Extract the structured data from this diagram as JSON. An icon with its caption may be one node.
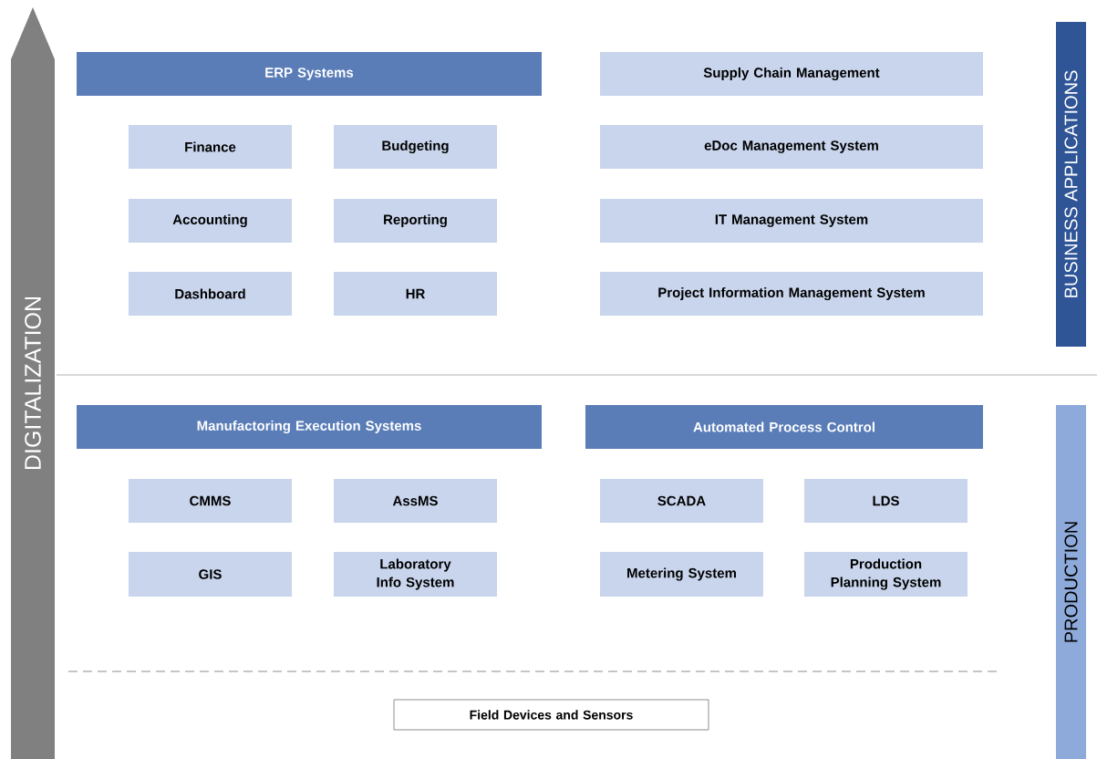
{
  "diagram": {
    "nodes": [
      {
        "text": [
          "DIGITALIZATION"
        ]
      },
      {
        "text": [
          "ERP Systems"
        ]
      },
      {
        "text": [
          "Supply Chain Management"
        ]
      },
      {
        "text": [
          "BUSINESS APPLICATIONS"
        ]
      },
      {
        "text": [
          "Finance"
        ]
      },
      {
        "text": [
          "Budgeting"
        ]
      },
      {
        "text": [
          "eDoc Management System"
        ]
      },
      {
        "text": [
          "Accounting"
        ]
      },
      {
        "text": [
          "Reporting"
        ]
      },
      {
        "text": [
          "IT Management System"
        ]
      },
      {
        "text": [
          "Dashboard"
        ]
      },
      {
        "text": [
          "HR"
        ]
      },
      {
        "text": [
          "Project Information Management System"
        ]
      },
      {
        "text": [
          "Manufactoring Execution Systems"
        ]
      },
      {
        "text": [
          "Automated Process Control"
        ]
      },
      {
        "text": [
          "PRODUCTION"
        ]
      },
      {
        "text": [
          "CMMS"
        ]
      },
      {
        "text": [
          "AssMS"
        ]
      },
      {
        "text": [
          "SCADA"
        ]
      },
      {
        "text": [
          "LDS"
        ]
      },
      {
        "text": [
          "GIS"
        ]
      },
      {
        "text": [
          "Laboratory Info System"
        ]
      },
      {
        "text": [
          "Metering System"
        ]
      },
      {
        "text": [
          "Production Planning System"
        ]
      },
      {
        "text": [
          "Field Devices and Sensors"
        ]
      }
    ],
    "edges": []
  }
}
